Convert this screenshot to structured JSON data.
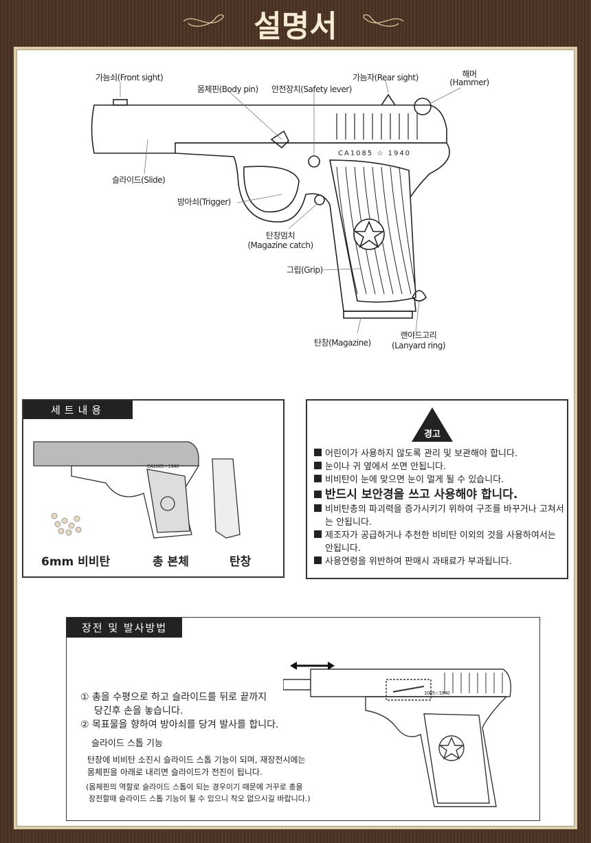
{
  "title": "설명서",
  "diagram": {
    "labels": {
      "front_sight": "가늠쇠(Front sight)",
      "body_pin": "몸체핀(Body pin)",
      "safety_lever": "안전장치(Safety lever)",
      "rear_sight": "가늠자(Rear sight)",
      "hammer_ko": "해머",
      "hammer_en": "(Hammer)",
      "slide": "슬라이드(Slide)",
      "trigger": "방아쇠(Trigger)",
      "magazine_catch_ko": "탄창멈치",
      "magazine_catch_en": "(Magazine catch)",
      "grip": "그립(Grip)",
      "magazine": "탄창(Magazine)",
      "lanyard_ko": "랜야드고리",
      "lanyard_en": "(Lanyard ring)"
    },
    "engraving": "CA1085 ☆ 1940"
  },
  "set_contents": {
    "heading": "세트내용",
    "items": [
      "6mm 비비탄",
      "총 본체",
      "탄창"
    ],
    "engraving": "CA1085☆1940"
  },
  "warning": {
    "badge": "경고",
    "items": [
      {
        "text": "어린이가 사용하지 않도록 관리 및 보관해야 합니다.",
        "big": false
      },
      {
        "text": "눈이나 귀 옆에서 쏘면 안됩니다.",
        "big": false
      },
      {
        "text": "비비탄이 눈에 맞으면 눈이 멀게 될 수 있습니다.",
        "big": false
      },
      {
        "text": "반드시 보안경을 쓰고 사용해야 합니다.",
        "big": true
      },
      {
        "text": "비비탄총의 파괴력을 증가시키기 위하여 구조를 바꾸거나 고쳐서는 안됩니다.",
        "big": false
      },
      {
        "text": "제조자가 공급하거나 추천한 비비탄 이외의 것을 사용하여서는 안됩니다.",
        "big": false
      },
      {
        "text": "사용연령을 위반하여 판매시 과태료가 부과됩니다.",
        "big": false
      }
    ]
  },
  "loading": {
    "heading": "장전 및 발사방법",
    "step1_line1": "① 총을 수평으로 하고 슬라이드를 뒤로 끝까지",
    "step1_line2": "당긴후 손을 놓습니다.",
    "step2": "② 목표물을 향하여 방아쇠를 당겨 발사를 합니다.",
    "slide_stop_title": "슬라이드 스톱 기능",
    "slide_stop_line1": "탄창에 비비탄 소진시 슬라이드 스톱 기능이 되며, 재장전시에는",
    "slide_stop_line2": "몸체핀을 아래로 내리면 슬라이드가 전진이 됩니다.",
    "note_line1": "(몸체핀의 역할로 슬라이드 스톱이 되는 경우이기 때문에 거꾸로 총을",
    "note_line2": "장전할때 슬라이드 스톱 기능이 될 수 있으니 착오 없으시길 바랍니다.)",
    "engraving": "1085☆1940"
  }
}
